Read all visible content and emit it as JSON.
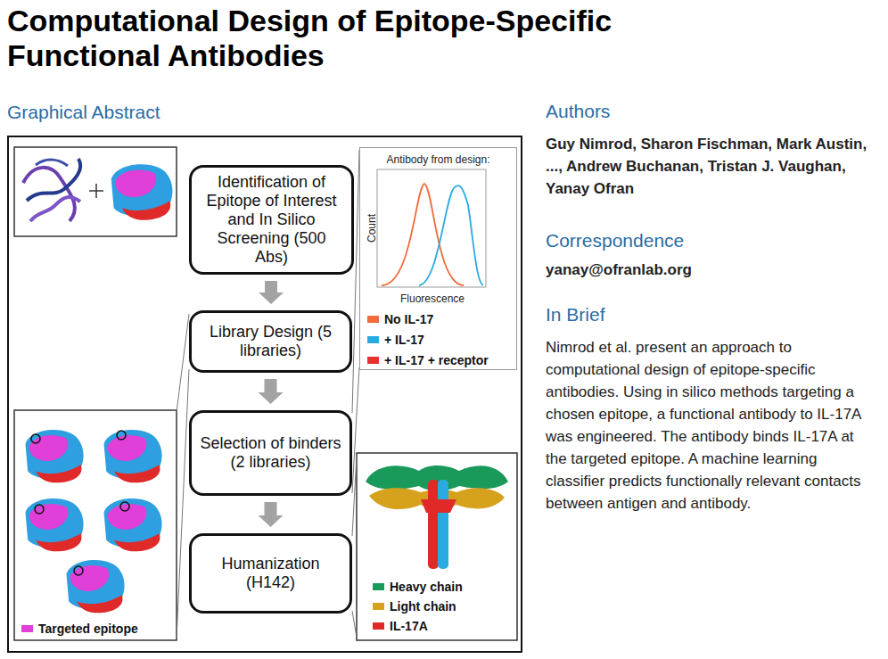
{
  "diagram": {
    "title": "Computational Design of Epitope-Specific Functional Antibodies",
    "nodes": [
      {
        "text": [
          "Graphical Abstract"
        ]
      },
      {
        "text": [
          "Identification of Epitope of Interest and In Silico Screening (500 Abs)"
        ],
        "in": 0
      },
      {
        "text": [
          "Antibody from design:",
          "Count",
          "Fluorescence"
        ],
        "in": 0
      },
      {
        "text": [
          "Library Design (5 libraries)"
        ],
        "in": 0
      },
      {
        "text": [
          "Selection of binders (2 libraries)"
        ],
        "in": 0
      },
      {
        "text": [
          "Humanization (H142)"
        ],
        "in": 0
      }
    ],
    "edges": [
      {
        "from": 1,
        "to": 3,
        "arrow": "to"
      },
      {
        "from": 3,
        "to": 4,
        "arrow": "to"
      },
      {
        "from": 4,
        "to": 5,
        "arrow": "to"
      }
    ],
    "labels": [
      "Authors",
      "Guy Nimrod, Sharon Fischman, Mark Austin, ..., Andrew Buchanan, Tristan J. Vaughan, Yanay Ofran",
      "Correspondence",
      "yanay@ofranlab.org",
      "In Brief",
      "Nimrod et al. present an approach to computational design of epitope-specific antibodies. Using in silico methods targeting a chosen epitope, a functional antibody to IL-17A was engineered. The antibody binds IL-17A at the targeted epitope. A machine learning classifier predicts functionally relevant contacts between antigen and antibody."
    ],
    "legend": [
      {
        "text": "No IL-17",
        "color": "#f26b3a"
      },
      {
        "text": "+ IL-17",
        "color": "#29abe2"
      },
      {
        "text": "+ IL-17 + receptor",
        "color": "#e8312f"
      },
      {
        "text": "Targeted epitope",
        "color": "#e03fd8"
      },
      {
        "text": "Heavy chain",
        "color": "#1a9a5a"
      },
      {
        "text": "Light chain",
        "color": "#d6a21e"
      },
      {
        "text": "IL-17A",
        "color": "#e02a2a"
      }
    ]
  }
}
